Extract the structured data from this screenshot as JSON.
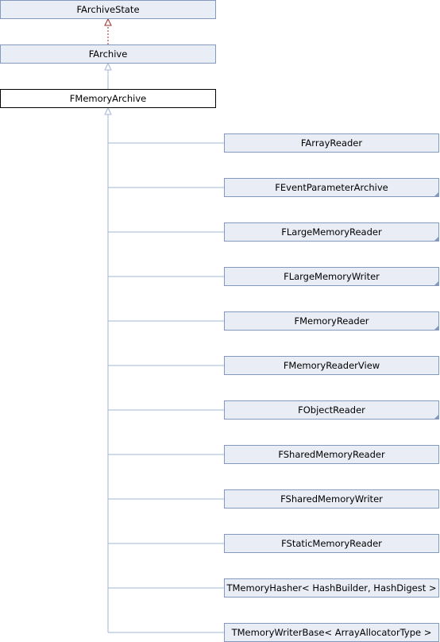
{
  "diagram": {
    "ancestors": [
      {
        "id": "farchivestate",
        "label": "FArchiveState"
      },
      {
        "id": "farchive",
        "label": "FArchive"
      }
    ],
    "current": {
      "id": "fmemoryarchive",
      "label": "FMemoryArchive"
    },
    "children": [
      {
        "id": "farrayreader",
        "label": "FArrayReader",
        "has_more": false
      },
      {
        "id": "feventparameterarchive",
        "label": "FEventParameterArchive",
        "has_more": true
      },
      {
        "id": "flargememoryreader",
        "label": "FLargeMemoryReader",
        "has_more": true
      },
      {
        "id": "flargememorywriter",
        "label": "FLargeMemoryWriter",
        "has_more": true
      },
      {
        "id": "fmemoryreader",
        "label": "FMemoryReader",
        "has_more": true
      },
      {
        "id": "fmemoryreaderview",
        "label": "FMemoryReaderView",
        "has_more": false
      },
      {
        "id": "fobjectreader",
        "label": "FObjectReader",
        "has_more": true
      },
      {
        "id": "fsharedmemoryreader",
        "label": "FSharedMemoryReader",
        "has_more": false
      },
      {
        "id": "fsharedmemorywriter",
        "label": "FSharedMemoryWriter",
        "has_more": false
      },
      {
        "id": "fstaticmemoryreader",
        "label": "FStaticMemoryReader",
        "has_more": false
      },
      {
        "id": "tmemoryhasher",
        "label": "TMemoryHasher< HashBuilder, HashDigest >",
        "has_more": false
      },
      {
        "id": "tmemorywriterbase",
        "label": "TMemoryWriterBase< ArrayAllocatorType >",
        "has_more": false
      }
    ],
    "colors": {
      "node_fill": "#e8edf6",
      "node_border": "#8497bc",
      "edge_inherit": "#a3b4d7",
      "edge_protected": "#9a2a2a"
    }
  }
}
